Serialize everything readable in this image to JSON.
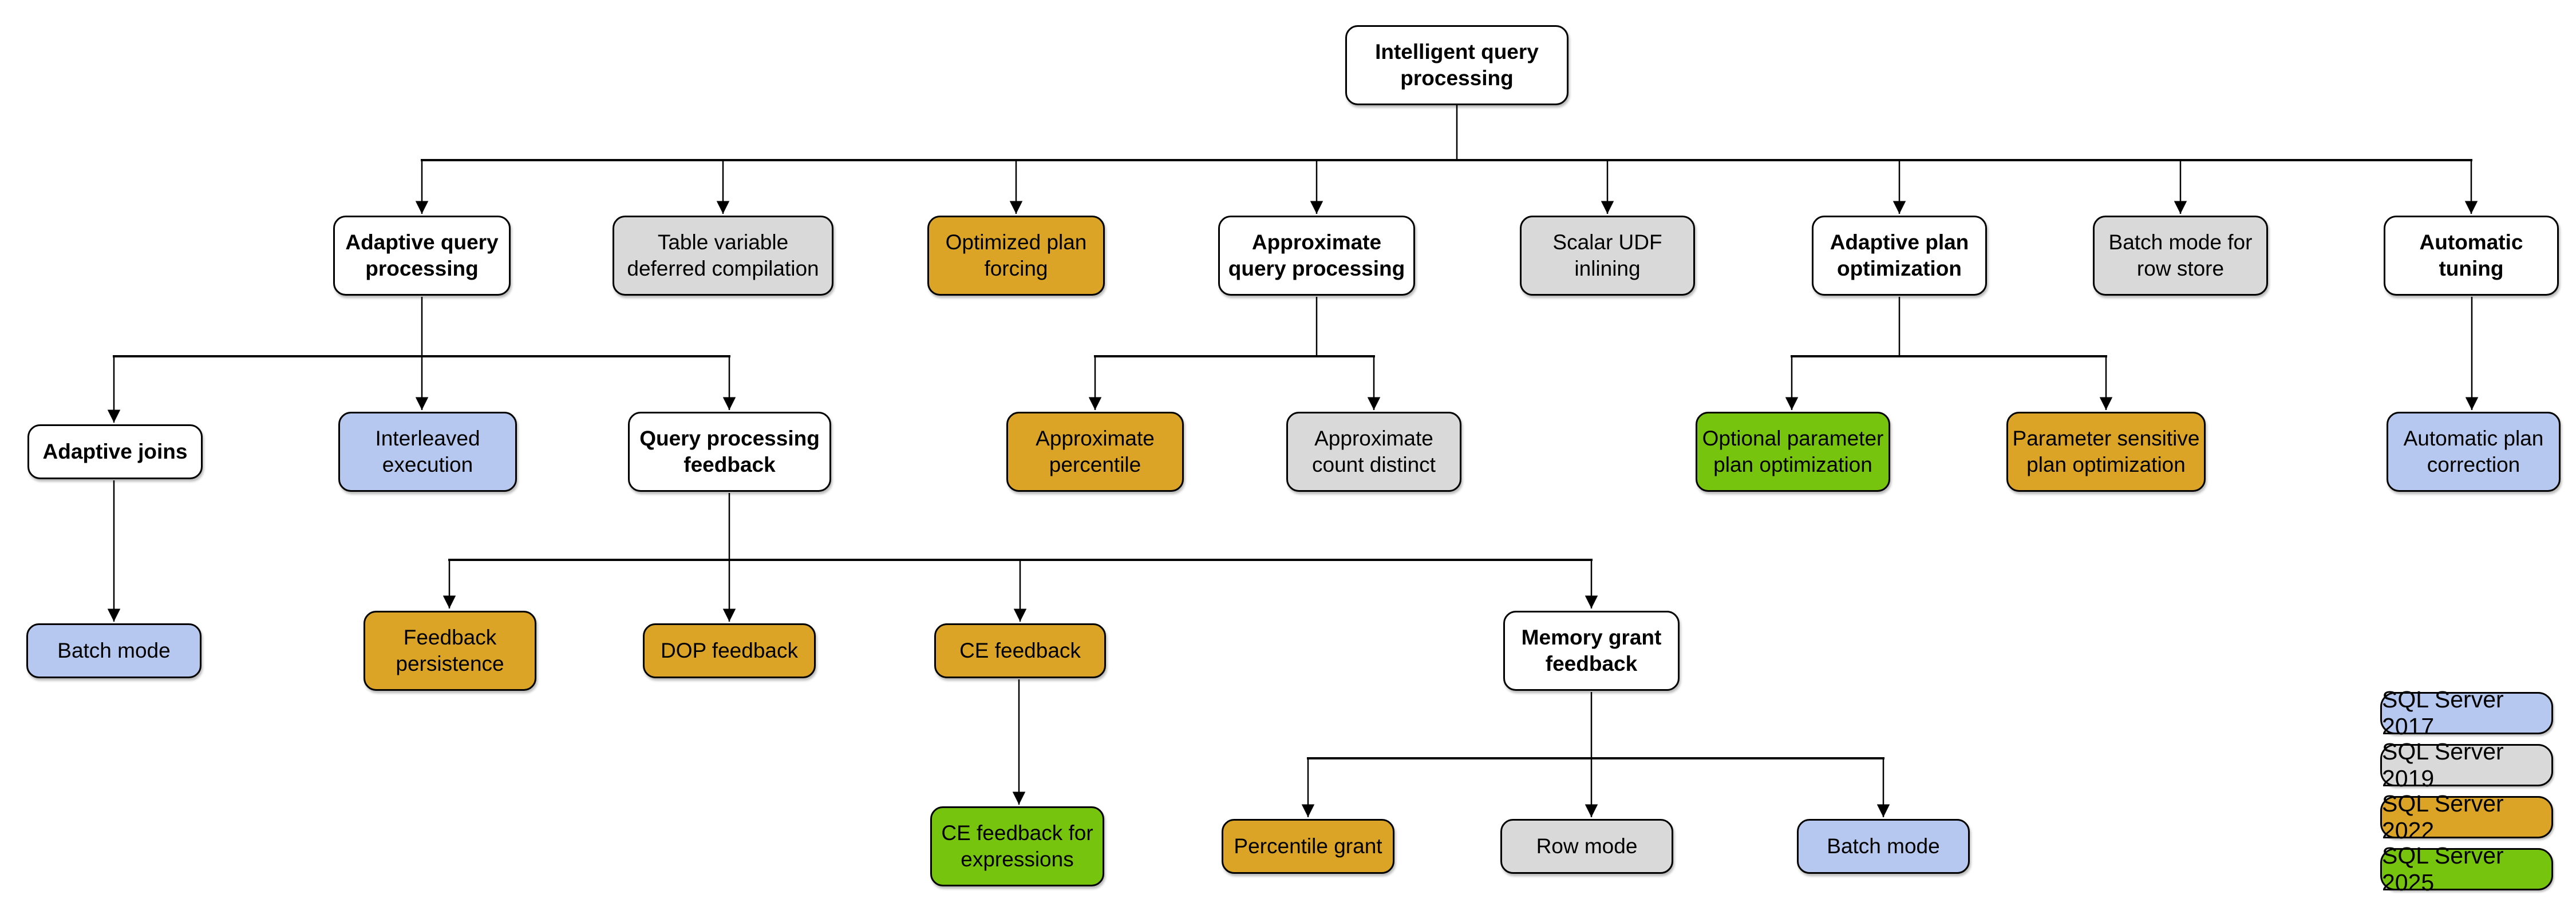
{
  "diagram": {
    "type": "hierarchy-flowchart",
    "subject": "SQL Server Intelligent query processing feature family"
  },
  "colors": {
    "category_white": "#FFFFFF",
    "sql_server_2017_blue": "#B7C8F0",
    "sql_server_2019_gray": "#D9D9D9",
    "sql_server_2022_gold": "#DBA427",
    "sql_server_2025_green": "#76C40E",
    "border": "#000000"
  },
  "nodes": {
    "intelligent_query_processing": {
      "label": "Intelligent query\nprocessing",
      "version": null
    },
    "adaptive_query_processing": {
      "label": "Adaptive query\nprocessing",
      "version": null
    },
    "table_variable_deferred_compilation": {
      "label": "Table variable\ndeferred compilation",
      "version": "SQL Server 2019"
    },
    "optimized_plan_forcing": {
      "label": "Optimized plan\nforcing",
      "version": "SQL Server 2022"
    },
    "approximate_query_processing": {
      "label": "Approximate\nquery processing",
      "version": null
    },
    "scalar_udf_inlining": {
      "label": "Scalar UDF\ninlining",
      "version": "SQL Server 2019"
    },
    "adaptive_plan_optimization": {
      "label": "Adaptive plan\noptimization",
      "version": null
    },
    "batch_mode_for_row_store": {
      "label": "Batch mode for\nrow store",
      "version": "SQL Server 2019"
    },
    "automatic_tuning": {
      "label": "Automatic\ntuning",
      "version": null
    },
    "adaptive_joins": {
      "label": "Adaptive joins",
      "version": null
    },
    "interleaved_execution": {
      "label": "Interleaved\nexecution",
      "version": "SQL Server 2017"
    },
    "query_processing_feedback": {
      "label": "Query processing\nfeedback",
      "version": null
    },
    "approximate_percentile": {
      "label": "Approximate\npercentile",
      "version": "SQL Server 2022"
    },
    "approximate_count_distinct": {
      "label": "Approximate\ncount distinct",
      "version": "SQL Server 2019"
    },
    "optional_parameter_plan_optimization": {
      "label": "Optional parameter\nplan optimization",
      "version": "SQL Server 2025"
    },
    "parameter_sensitive_plan_optimization": {
      "label": "Parameter sensitive\nplan optimization",
      "version": "SQL Server 2022"
    },
    "automatic_plan_correction": {
      "label": "Automatic plan\ncorrection",
      "version": "SQL Server 2017"
    },
    "batch_mode_adaptive_joins": {
      "label": "Batch mode",
      "version": "SQL Server 2017"
    },
    "feedback_persistence": {
      "label": "Feedback\npersistence",
      "version": "SQL Server 2022"
    },
    "dop_feedback": {
      "label": "DOP feedback",
      "version": "SQL Server 2022"
    },
    "ce_feedback": {
      "label": "CE feedback",
      "version": "SQL Server 2022"
    },
    "memory_grant_feedback": {
      "label": "Memory grant\nfeedback",
      "version": null
    },
    "ce_feedback_for_expressions": {
      "label": "CE feedback for\nexpressions",
      "version": "SQL Server 2025"
    },
    "percentile_grant": {
      "label": "Percentile grant",
      "version": "SQL Server 2022"
    },
    "row_mode": {
      "label": "Row mode",
      "version": "SQL Server 2019"
    },
    "batch_mode_memory_grant": {
      "label": "Batch mode",
      "version": "SQL Server 2017"
    }
  },
  "hierarchy": {
    "Intelligent query processing": [
      "Adaptive query processing",
      "Table variable deferred compilation",
      "Optimized plan forcing",
      "Approximate query processing",
      "Scalar UDF inlining",
      "Adaptive plan optimization",
      "Batch mode for row store",
      "Automatic tuning"
    ],
    "Adaptive query processing": [
      "Adaptive joins",
      "Interleaved execution",
      "Query processing feedback"
    ],
    "Adaptive joins": [
      "Batch mode"
    ],
    "Query processing feedback": [
      "Feedback persistence",
      "DOP feedback",
      "CE feedback",
      "Memory grant feedback"
    ],
    "CE feedback": [
      "CE feedback for expressions"
    ],
    "Memory grant feedback": [
      "Percentile grant",
      "Row mode",
      "Batch mode"
    ],
    "Approximate query processing": [
      "Approximate percentile",
      "Approximate count distinct"
    ],
    "Adaptive plan optimization": [
      "Optional parameter plan optimization",
      "Parameter sensitive plan optimization"
    ],
    "Automatic tuning": [
      "Automatic plan correction"
    ]
  },
  "legend": {
    "items": [
      {
        "label": "SQL Server 2017",
        "color": "#B7C8F0"
      },
      {
        "label": "SQL Server 2019",
        "color": "#D9D9D9"
      },
      {
        "label": "SQL Server 2022",
        "color": "#DBA427"
      },
      {
        "label": "SQL Server 2025",
        "color": "#76C40E"
      }
    ]
  }
}
